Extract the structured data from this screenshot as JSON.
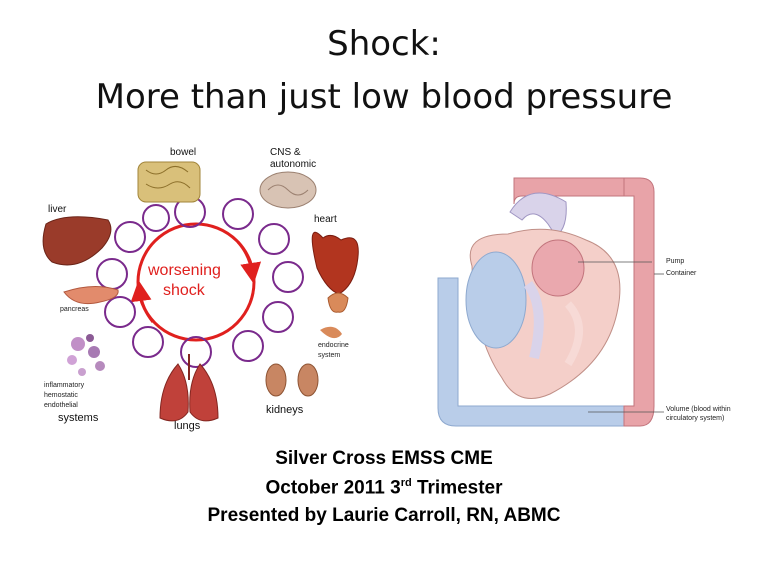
{
  "title": {
    "line1": "Shock:",
    "line2": "More than just low blood pressure"
  },
  "left_figure": {
    "center_label_1": "worsening",
    "center_label_2": "shock",
    "organs": {
      "bowel": "bowel",
      "cns_1": "CNS &",
      "cns_2": "autonomic",
      "heart": "heart",
      "liver": "liver",
      "pancreas": "pancreas",
      "endocrine_1": "endocrine",
      "endocrine_2": "system",
      "inflam_1": "inflammatory",
      "inflam_2": "hemostatic",
      "inflam_3": "endothelial",
      "systems": "systems",
      "lungs": "lungs",
      "kidneys": "kidneys"
    }
  },
  "right_figure": {
    "pump": "Pump",
    "container": "Container",
    "volume_1": "Volume (blood within",
    "volume_2": "circulatory system)"
  },
  "footer": {
    "line1": "Silver Cross EMSS CME",
    "line2_pre": "October 2011 3",
    "line2_sup": "rd",
    "line2_post": " Trimester",
    "line3": "Presented by Laurie Carroll, RN, ABMC"
  },
  "colors": {
    "cycle_red": "#e0201e",
    "arrow_purple": "#7a2a8c",
    "vessel_red": "#e8a3a8",
    "vessel_blue": "#b9cde9"
  }
}
